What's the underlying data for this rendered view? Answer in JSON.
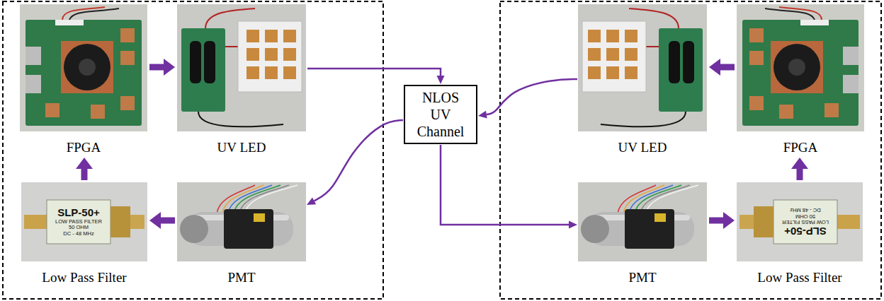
{
  "diagram": {
    "nodes": [
      {
        "text": [
          "FPGA"
        ]
      },
      {
        "text": [
          "UV LED"
        ]
      },
      {
        "text": [
          "UV LED"
        ]
      },
      {
        "text": [
          "FPGA"
        ]
      },
      {
        "text": [
          "NLOS UV Channel"
        ]
      },
      {
        "text": [
          "Low Pass Filter"
        ]
      },
      {
        "text": [
          "PMT"
        ]
      },
      {
        "text": [
          "PMT"
        ]
      },
      {
        "text": [
          "Low Pass Filter"
        ]
      }
    ],
    "edges": [
      {
        "from": 0,
        "to": 1,
        "arrow": "to"
      },
      {
        "from": 1,
        "to": 4,
        "arrow": "to"
      },
      {
        "from": 4,
        "to": 6,
        "arrow": "to"
      },
      {
        "from": 6,
        "to": 5,
        "arrow": "to"
      },
      {
        "from": 5,
        "to": 0,
        "arrow": "to"
      },
      {
        "from": 3,
        "to": 2,
        "arrow": "to"
      },
      {
        "from": 2,
        "to": 4,
        "arrow": "to"
      },
      {
        "from": 4,
        "to": 7,
        "arrow": "to"
      },
      {
        "from": 7,
        "to": 8,
        "arrow": "to"
      },
      {
        "from": 8,
        "to": 3,
        "arrow": "to"
      }
    ],
    "labels": [
      "SLP-50+",
      "LOW PASS FILTER",
      "50 OHM",
      "DC - 48 MHz",
      "SLP-50+",
      "LOW PASS FILTER",
      "50 OHM",
      "DC - 48 MHz"
    ]
  }
}
